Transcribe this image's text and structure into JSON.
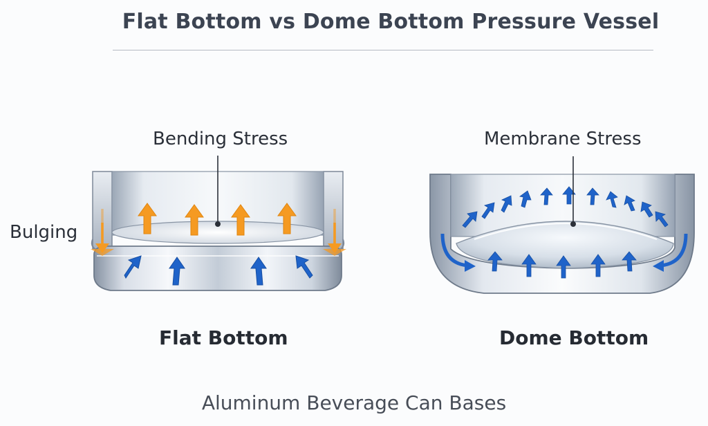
{
  "title": "Flat Bottom vs Dome Bottom Pressure Vessel",
  "flat": {
    "stress_label": "Bending Stress",
    "side_label": "Bulging",
    "caption": "Flat Bottom"
  },
  "dome": {
    "stress_label": "Membrane Stress",
    "caption": "Dome Bottom"
  },
  "footer": "Aluminum Beverage Can Bases",
  "colors": {
    "title_text": "#3c4452",
    "orange_arrow": "#f59a22",
    "blue_arrow": "#1f63c9",
    "metal_light": "#f3f6fa",
    "metal_dark": "#8c98a8"
  }
}
